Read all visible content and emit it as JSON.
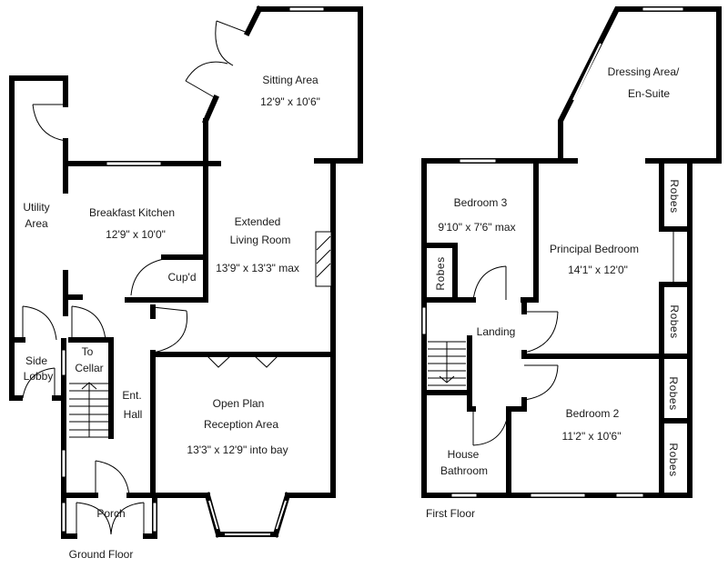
{
  "plan": {
    "colors": {
      "wall": "#000000",
      "background": "#ffffff",
      "text": "#1a1a1a"
    },
    "ground_floor": {
      "title": "Ground Floor",
      "rooms": {
        "sitting_area": {
          "name": "Sitting Area",
          "size": "12'9\" x 10'6\""
        },
        "utility": {
          "name_line1": "Utility",
          "name_line2": "Area"
        },
        "breakfast_kitchen": {
          "name": "Breakfast Kitchen",
          "size": "12'9\" x 10'0\""
        },
        "extended_living": {
          "name_line1": "Extended",
          "name_line2": "Living Room",
          "size": "13'9\" x 13'3\" max"
        },
        "cupboard": {
          "name": "Cup'd"
        },
        "side_lobby": {
          "name_line1": "Side",
          "name_line2": "Lobby"
        },
        "to_cellar": {
          "name_line1": "To",
          "name_line2": "Cellar"
        },
        "entrance_hall": {
          "name_line1": "Ent.",
          "name_line2": "Hall"
        },
        "reception": {
          "name_line1": "Open Plan",
          "name_line2": "Reception Area",
          "size": "13'3\" x 12'9\" into bay"
        },
        "porch": {
          "name": "Porch"
        }
      }
    },
    "first_floor": {
      "title": "First Floor",
      "rooms": {
        "dressing_area": {
          "name_line1": "Dressing Area/",
          "name_line2": "En-Suite"
        },
        "bedroom3": {
          "name": "Bedroom 3",
          "size": "9'10\" x 7'6\" max"
        },
        "bedroom3_robes": {
          "name": "Robes"
        },
        "principal_bedroom": {
          "name": "Principal Bedroom",
          "size": "14'1\" x 12'0\""
        },
        "robes_1": {
          "name": "Robes"
        },
        "robes_2": {
          "name": "Robes"
        },
        "robes_3": {
          "name": "Robes"
        },
        "robes_4": {
          "name": "Robes"
        },
        "landing": {
          "name": "Landing"
        },
        "bedroom2": {
          "name": "Bedroom 2",
          "size": "11'2\" x 10'6\""
        },
        "house_bathroom": {
          "name_line1": "House",
          "name_line2": "Bathroom"
        }
      }
    }
  }
}
